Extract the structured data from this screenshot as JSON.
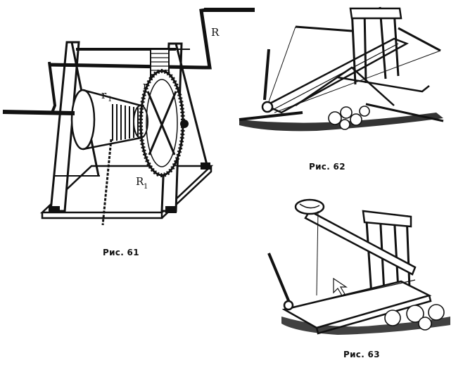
{
  "figures": [
    {
      "caption": "Рис. 61",
      "labels": {
        "crank_radius": "R",
        "axle_radius": "r",
        "drum_radius": "r",
        "drum_radius_sub": "1",
        "gear_radius": "R",
        "gear_radius_sub": "1"
      }
    },
    {
      "caption": "Рис. 62"
    },
    {
      "caption": "Рис. 63"
    }
  ],
  "colors": {
    "ink": "#111111",
    "paper": "#ffffff"
  }
}
